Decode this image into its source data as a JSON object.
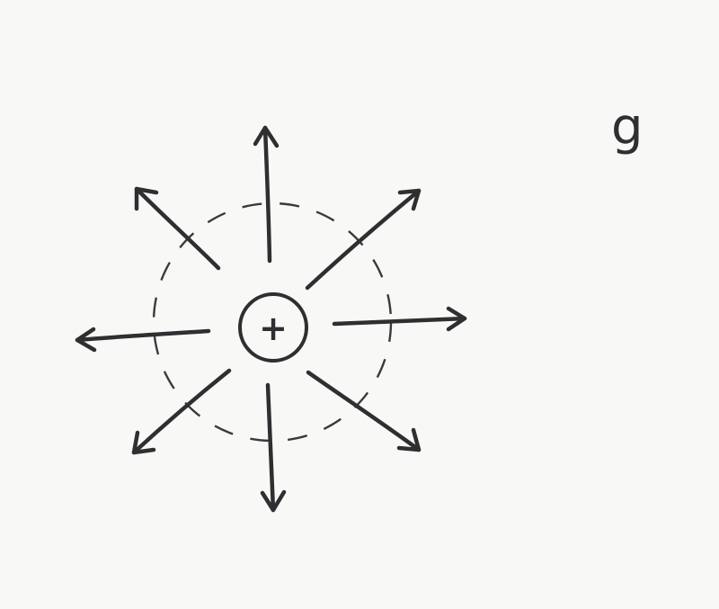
{
  "figure": {
    "label": "g",
    "charge": {
      "sign": "+"
    },
    "field_lines": {
      "count": 8,
      "direction": "outward"
    },
    "colors": {
      "ink": "#2f2f31",
      "paper": "#f8f8f6"
    }
  }
}
